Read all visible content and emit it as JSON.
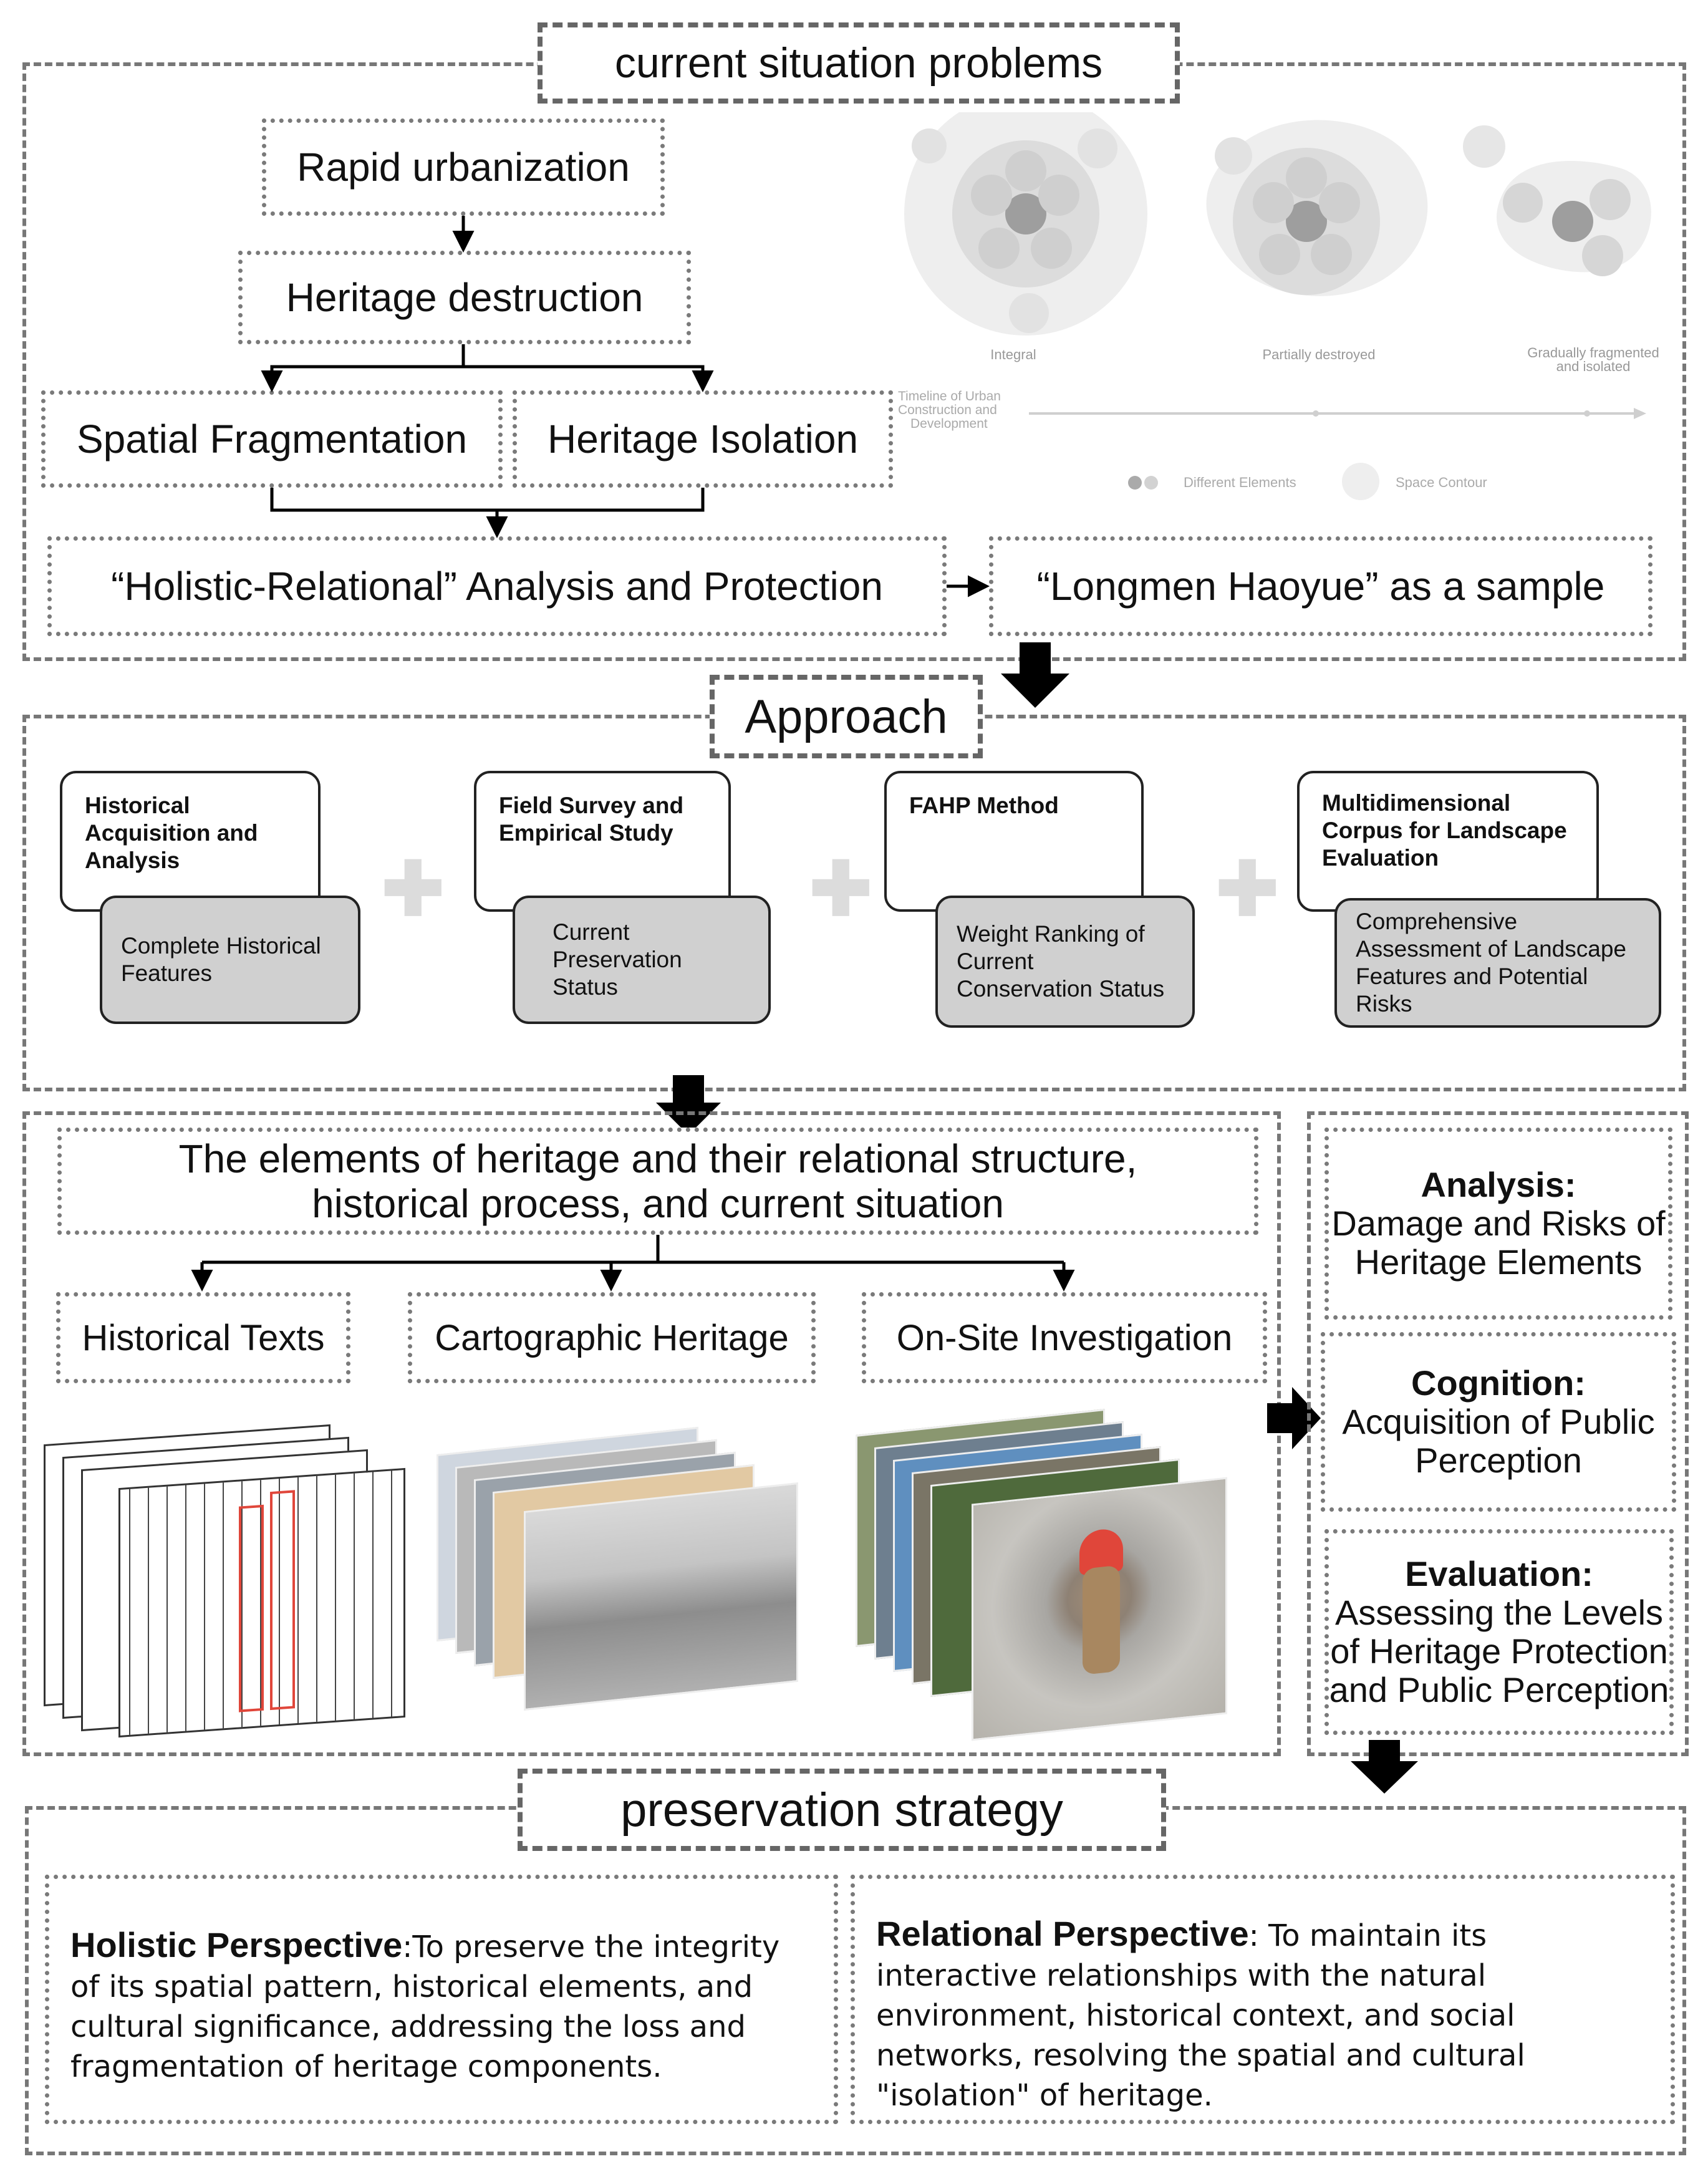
{
  "problems": {
    "title": "current situation problems",
    "flow": {
      "rapid": "Rapid urbanization",
      "destruction": "Heritage destruction",
      "fragmentation": "Spatial Fragmentation",
      "isolation": "Heritage Isolation",
      "holistic": "“Holistic-Relational” Analysis and Protection",
      "sample": "“Longmen Haoyue”  as a sample"
    },
    "illustration": {
      "stage1": "Integral",
      "stage2": "Partially destroyed",
      "stage3_line1": "Gradually fragmented",
      "stage3_line2": "and isolated",
      "timeline_line1": "Timeline of Urban",
      "timeline_line2": "Construction and",
      "timeline_line3": "Development",
      "legend_elements": "Different Elements",
      "legend_contour": "Space Contour"
    }
  },
  "approach": {
    "title": "Approach",
    "methods": [
      {
        "name": "Historical Acquisition and Analysis",
        "result": "Complete Historical Features"
      },
      {
        "name": "Field Survey and Empirical Study",
        "result": "Current Preservation Status"
      },
      {
        "name": "FAHP Method",
        "result": "Weight Ranking of Current Conservation Status"
      },
      {
        "name": "Multidimensional Corpus for Landscape Evaluation",
        "result": "Comprehensive Assessment of Landscape Features and Potential Risks"
      }
    ]
  },
  "elements": {
    "header_line1": "The elements of heritage and their relational structure,",
    "header_line2": "historical process, and current situation",
    "sources": [
      "Historical Texts",
      "Cartographic Heritage",
      "On-Site Investigation"
    ]
  },
  "analysis_panel": [
    {
      "heading": "Analysis:",
      "body": "Damage and Risks of Heritage Elements"
    },
    {
      "heading": "Cognition:",
      "body": "Acquisition of Public Perception"
    },
    {
      "heading": "Evaluation:",
      "body": "Assessing the Levels of Heritage Protection and Public Perception"
    }
  ],
  "strategy": {
    "title": "preservation strategy",
    "holistic_heading": "Holistic Perspective",
    "holistic_body": ":To preserve the integrity of its spatial pattern, historical elements, and cultural significance, addressing the loss and fragmentation of heritage components.",
    "relational_heading": "Relational Perspective",
    "relational_body": ": To maintain its interactive relationships with the natural environment, historical context, and social networks, resolving the spatial and cultural \"isolation\" of heritage."
  },
  "colors": {
    "border": "#777777",
    "card_grey": "#d0d0d0",
    "arrow": "#000000",
    "highlight_red": "#e0463a"
  }
}
